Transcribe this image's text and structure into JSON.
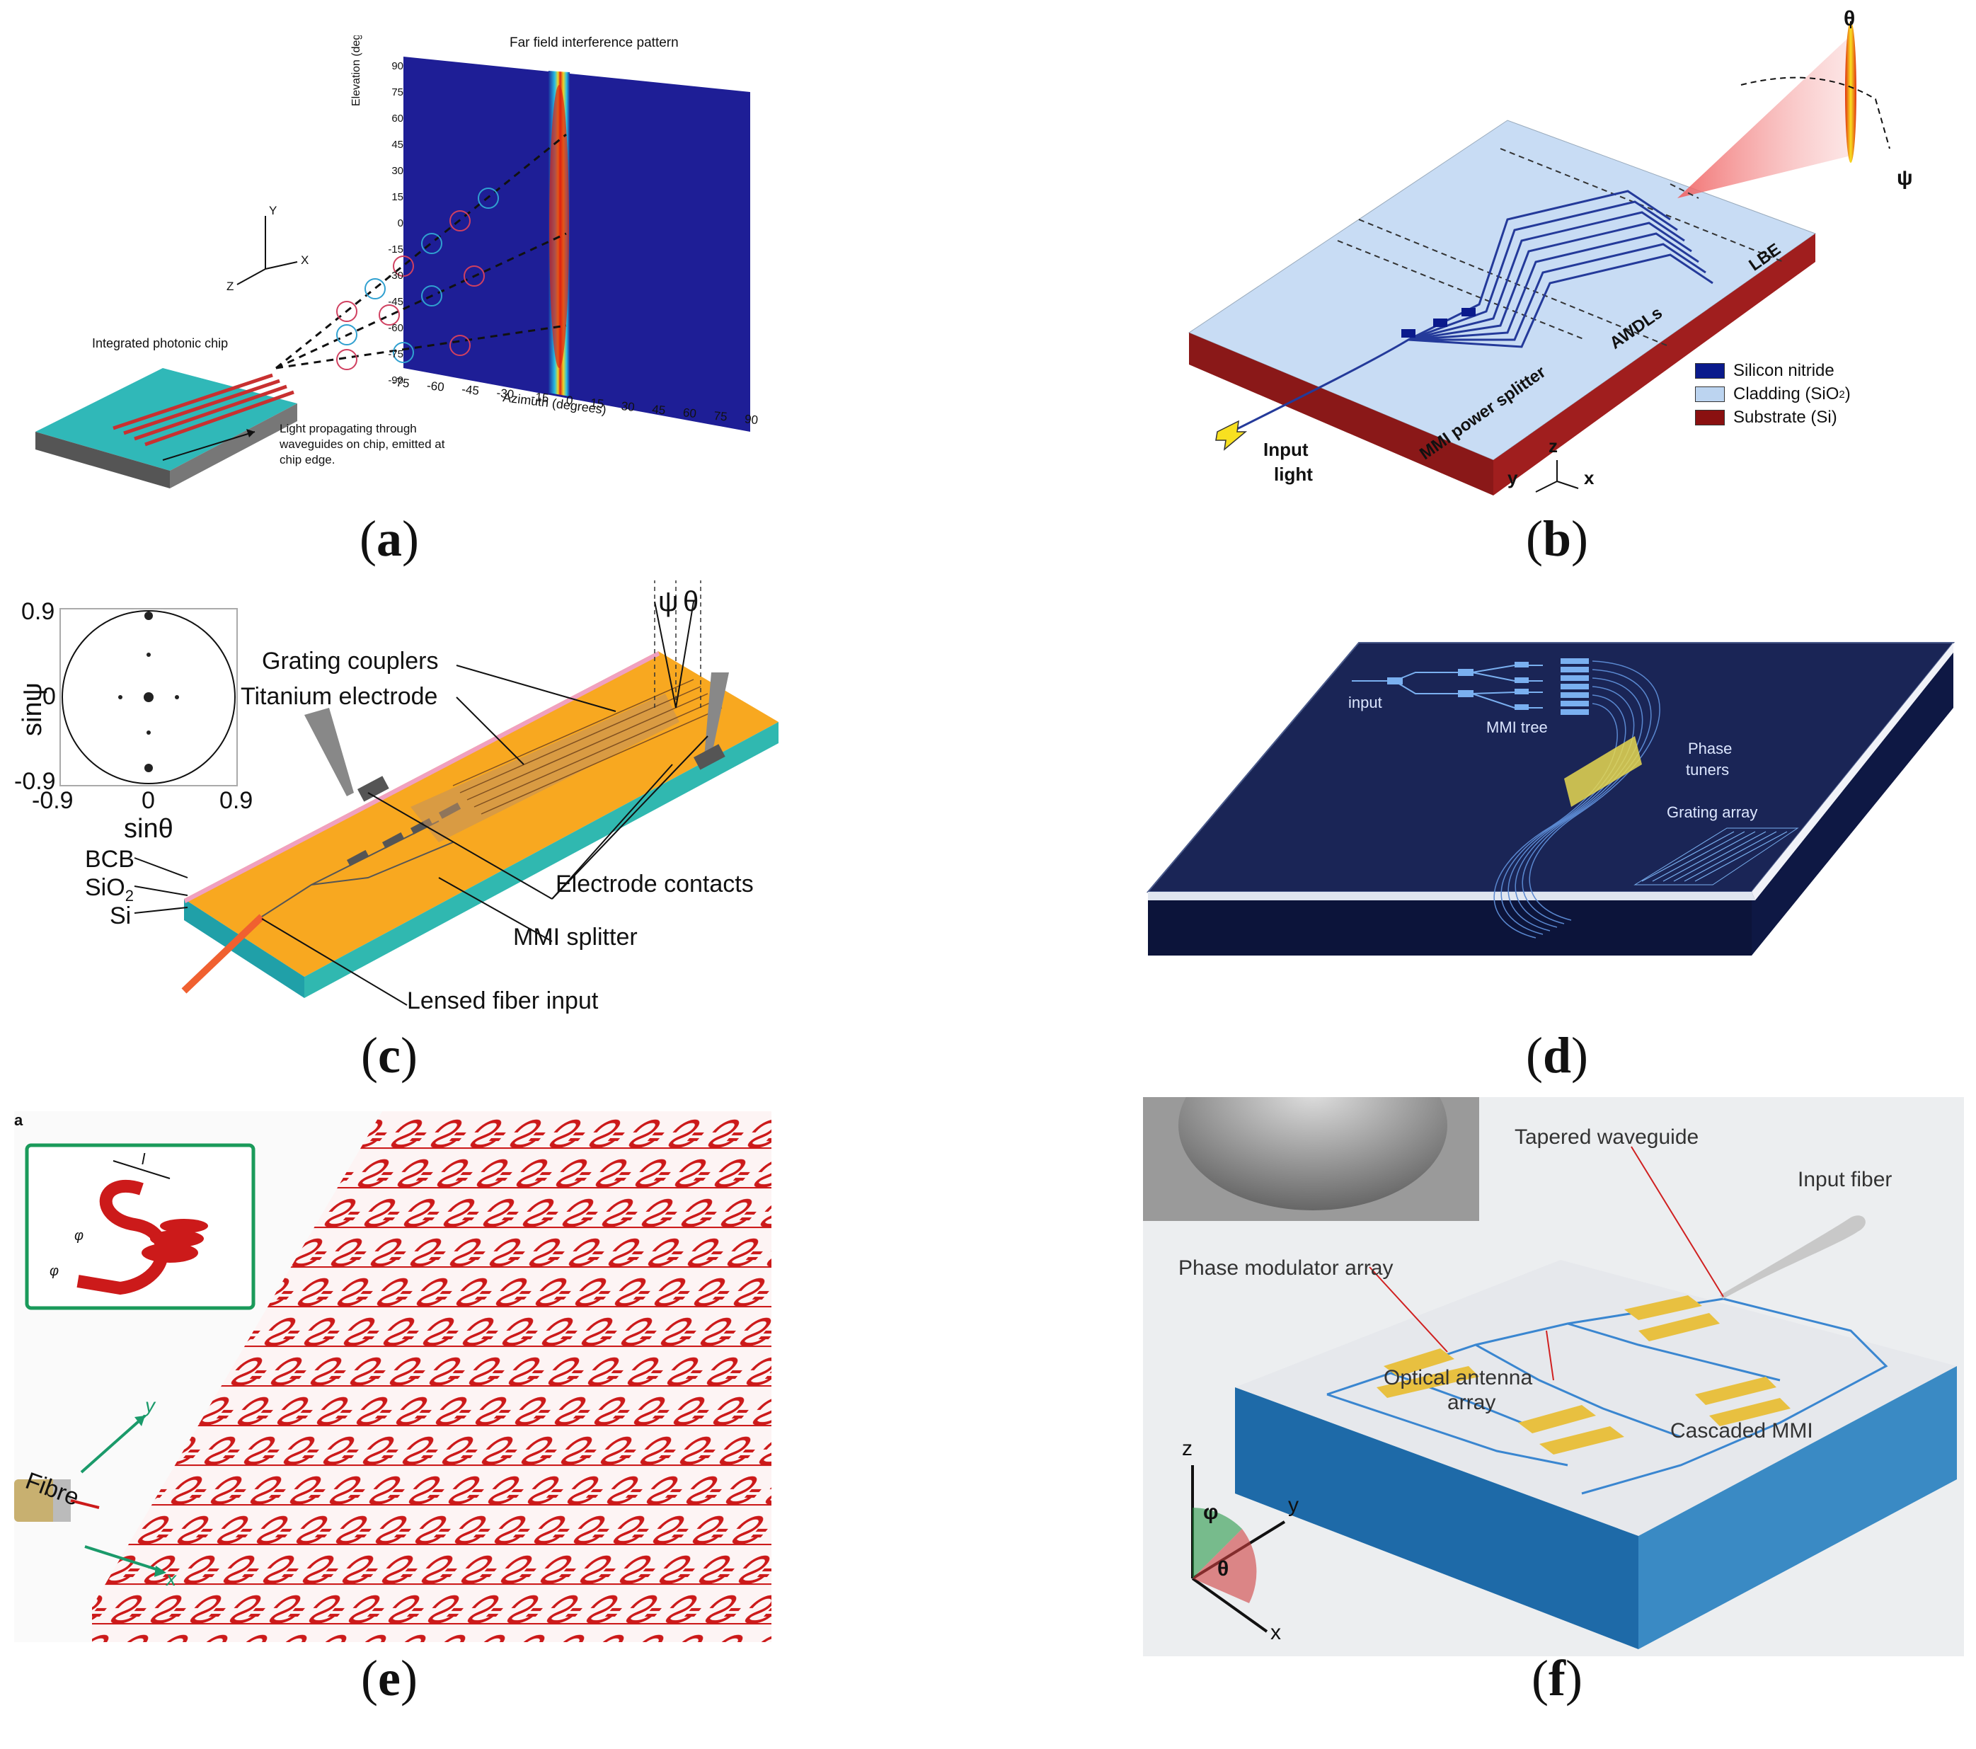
{
  "captions": {
    "a": "a",
    "b": "b",
    "c": "c",
    "d": "d",
    "e": "e",
    "f": "f"
  },
  "panel_a": {
    "title": "Far field interference pattern",
    "ylabel": "Elevation (degrees)",
    "xlabel": "Azimuth (degrees)",
    "yticks": [
      "90",
      "75",
      "60",
      "45",
      "30",
      "15",
      "0",
      "-15",
      "-30",
      "-45",
      "-60",
      "-75",
      "-90"
    ],
    "xticks": [
      "-75",
      "-60",
      "-45",
      "-30",
      "-15",
      "0",
      "15",
      "30",
      "45",
      "60",
      "75",
      "90"
    ],
    "chip_label": "Integrated photonic chip",
    "arrow_label": "Light propagating through waveguides on chip, emitted at chip edge.",
    "axes": {
      "y": "Y",
      "z": "Z",
      "x": "X"
    }
  },
  "panel_b": {
    "theta": "θ",
    "psi": "ψ",
    "lbe": "LBE",
    "awdls": "AWDLs",
    "mmi": "MMI power splitter",
    "input_line1": "Input",
    "input_line2": "light",
    "legend": [
      {
        "label": "Silicon nitride",
        "color": "#0a1a8c"
      },
      {
        "label": "Cladding (SiO",
        "sub": "2",
        "tail": ")",
        "color": "#bcd4f0"
      },
      {
        "label": "Substrate (Si)",
        "color": "#8a1010"
      }
    ],
    "axes": {
      "z": "z",
      "y": "y",
      "x": "x"
    }
  },
  "panel_c": {
    "y_top": "0.9",
    "y_mid": "0",
    "y_bot": "-0.9",
    "x_left": "-0.9",
    "x_mid": "0",
    "x_right": "0.9",
    "ylabel": "sinψ",
    "xlabel": "sinθ",
    "psi": "ψ",
    "theta": "θ",
    "grating": "Grating couplers",
    "electrode": "Titanium electrode",
    "contacts": "Electrode contacts",
    "mmi": "MMI splitter",
    "fiber": "Lensed fiber input",
    "bcb": "BCB",
    "sio2": "SiO",
    "sio2_sub": "2",
    "si": "Si"
  },
  "panel_d": {
    "input": "input",
    "mmi_tree": "MMI tree",
    "phase_line1": "Phase",
    "phase_line2": "tuners",
    "grating": "Grating array"
  },
  "panel_e": {
    "corner": "a",
    "fibre": "Fibre",
    "y_axis": "y",
    "x_axis": "x",
    "inset_l": "l",
    "inset_phase1": "φ",
    "inset_phase2": "φ"
  },
  "panel_f": {
    "tapered": "Tapered waveguide",
    "input_fiber": "Input fiber",
    "phase_mod": "Phase modulator array",
    "antenna_line1": "Optical antenna",
    "antenna_line2": "array",
    "cascaded": "Cascaded MMI",
    "axes": {
      "z": "z",
      "y": "y",
      "x": "x",
      "phi": "φ",
      "theta": "θ"
    }
  }
}
